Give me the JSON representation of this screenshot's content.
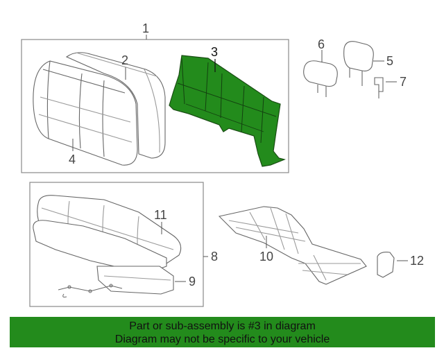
{
  "callouts": {
    "c1": "1",
    "c2": "2",
    "c3": "3",
    "c4": "4",
    "c5": "5",
    "c6": "6",
    "c7": "7",
    "c8": "8",
    "c9": "9",
    "c10": "10",
    "c11": "11",
    "c12": "12"
  },
  "banner": {
    "line1": "Part or sub-assembly is #3 in diagram",
    "line2": "Diagram may not be specific to your vehicle"
  },
  "colors": {
    "highlight": "#238b1c",
    "line": "#555555",
    "box": "#888888"
  }
}
